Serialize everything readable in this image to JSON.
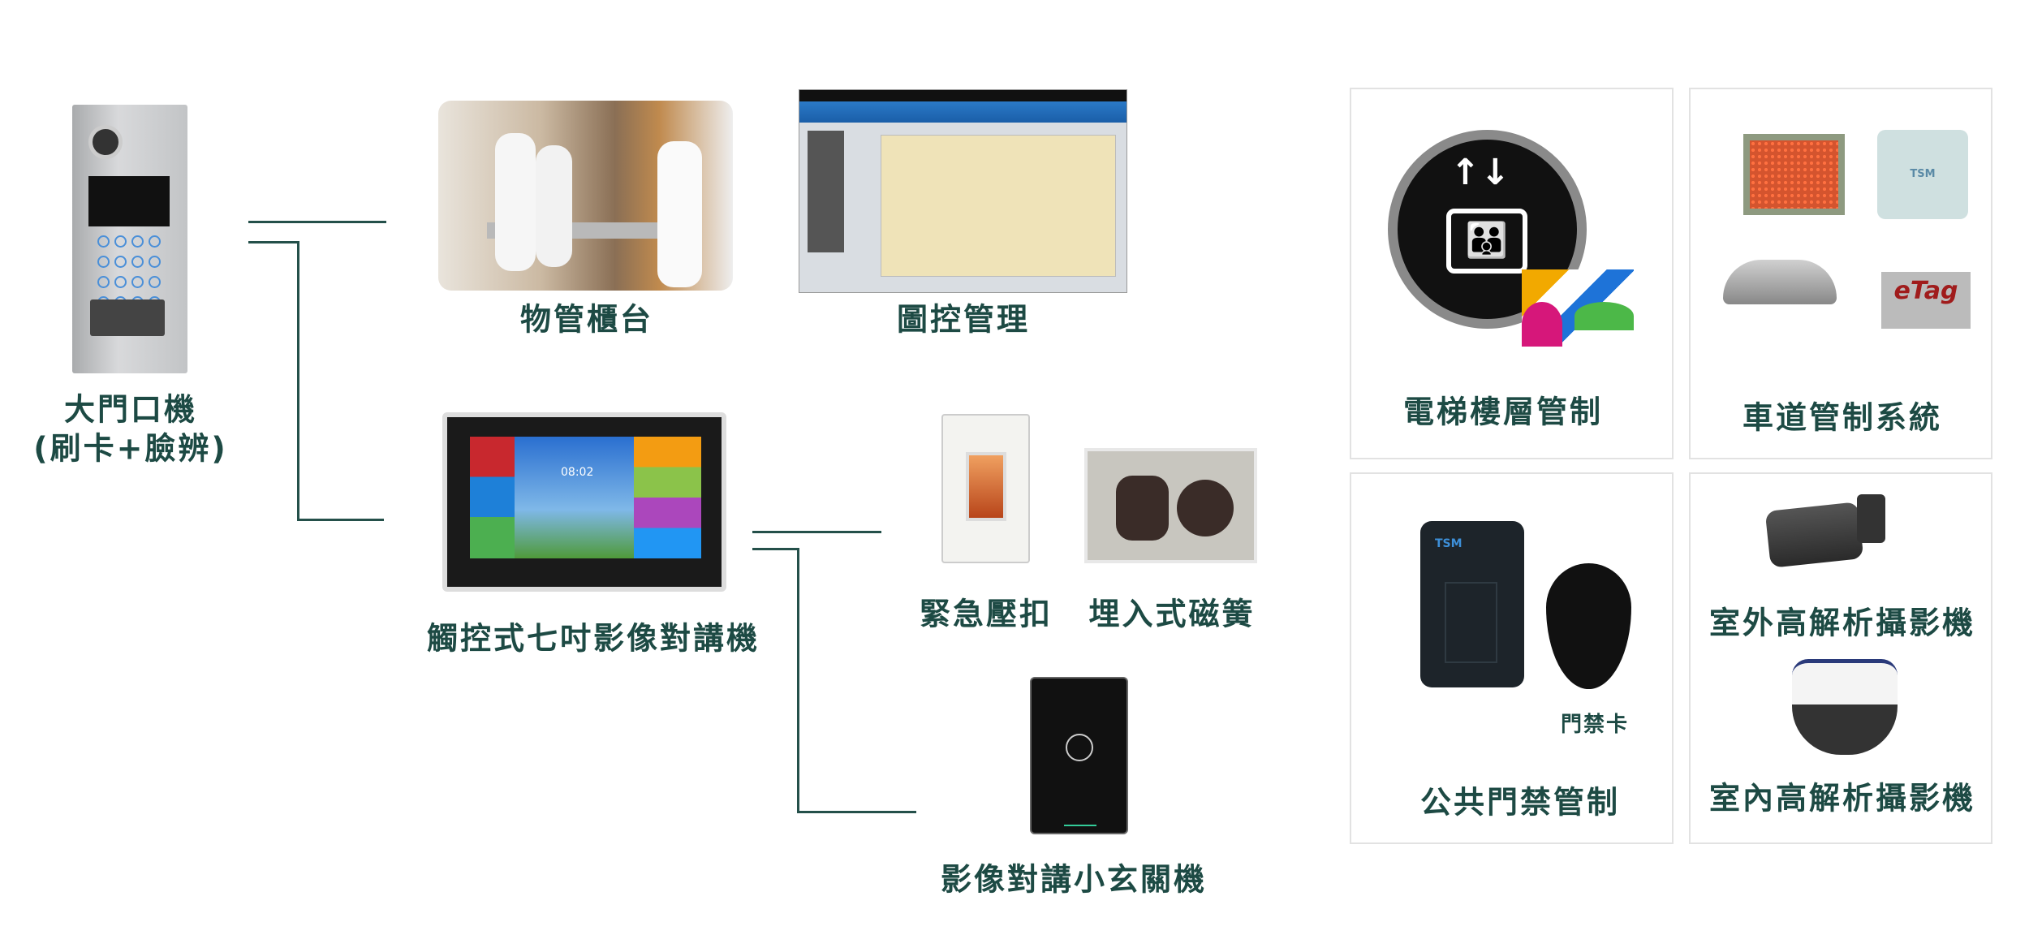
{
  "main_station": {
    "line1": "大門口機",
    "line2": "(刷卡+臉辨)"
  },
  "nodes": {
    "front_desk": "物管櫃台",
    "map_control": "圖控管理",
    "touch_intercom": "觸控式七吋影像對講機",
    "emergency_button": "緊急壓扣",
    "magnetic_reed": "埋入式磁簧",
    "small_intercom": "影像對講小玄關機"
  },
  "tablet": {
    "time": "08:02"
  },
  "panels": [
    {
      "label": "電梯樓層管制"
    },
    {
      "label": "車道管制系統",
      "etag": "eTag",
      "tsm": "TSM"
    },
    {
      "label": "公共門禁管制",
      "card_label": "門禁卡",
      "tsm": "TSM"
    },
    {
      "label_outdoor": "室外高解析攝影機",
      "label_indoor": "室內高解析攝影機"
    }
  ],
  "colors": {
    "text": "#1d4a44",
    "line": "#24504a",
    "border": "#e2e2e2"
  }
}
